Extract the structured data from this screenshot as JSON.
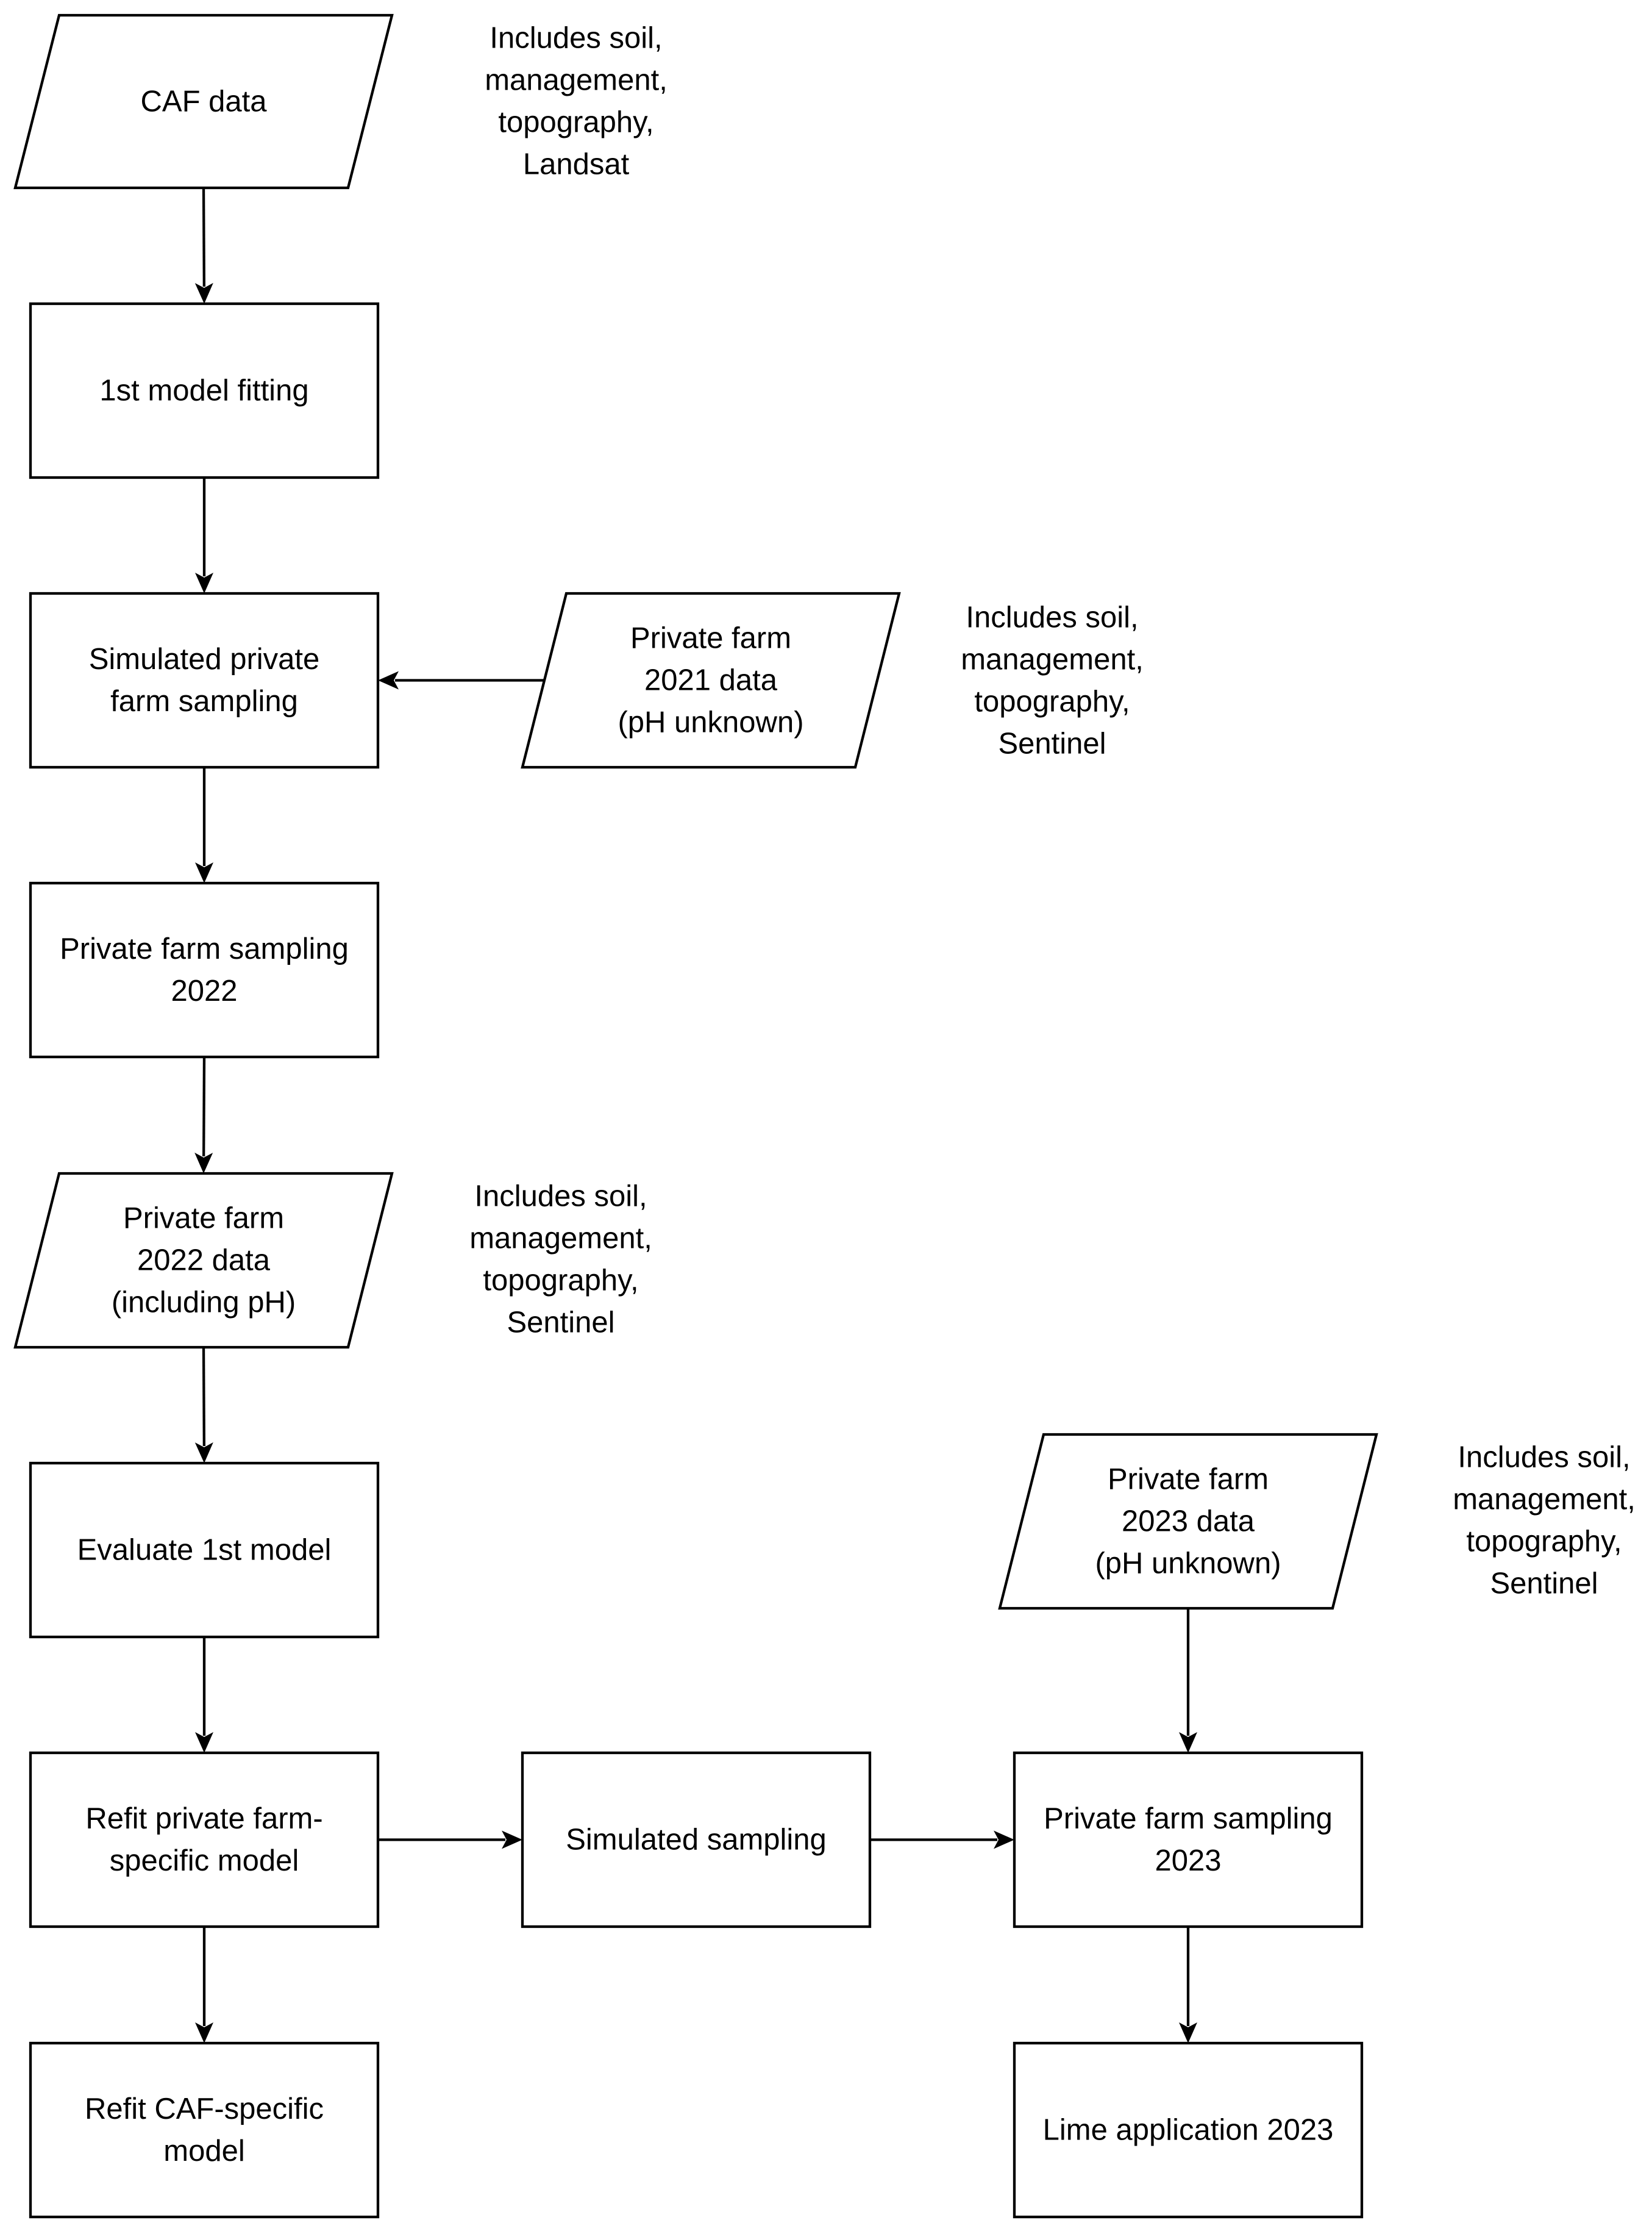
{
  "nodes": {
    "caf_data": {
      "lines": [
        "CAF data"
      ]
    },
    "first_model_fitting": {
      "lines": [
        "1st model fitting"
      ]
    },
    "simulated_private_farm_sampling": {
      "lines": [
        "Simulated private",
        "farm sampling"
      ]
    },
    "private_farm_2021_data": {
      "lines": [
        "Private farm",
        "2021 data",
        "(pH unknown)"
      ]
    },
    "private_farm_sampling_2022": {
      "lines": [
        "Private farm sampling",
        "2022"
      ]
    },
    "private_farm_2022_data": {
      "lines": [
        "Private farm",
        "2022 data",
        "(including pH)"
      ]
    },
    "evaluate_first_model": {
      "lines": [
        "Evaluate 1st model"
      ]
    },
    "refit_private_farm_model": {
      "lines": [
        "Refit private farm-",
        "specific model"
      ]
    },
    "simulated_sampling": {
      "lines": [
        "Simulated sampling"
      ]
    },
    "private_farm_sampling_2023": {
      "lines": [
        "Private farm sampling",
        "2023"
      ]
    },
    "private_farm_2023_data": {
      "lines": [
        "Private farm",
        "2023 data",
        "(pH unknown)"
      ]
    },
    "refit_caf_model": {
      "lines": [
        "Refit CAF-specific",
        "model"
      ]
    },
    "lime_application_2023": {
      "lines": [
        "Lime application 2023"
      ]
    }
  },
  "notes": {
    "caf_data_note": {
      "lines": [
        "Includes soil,",
        "management,",
        "topography,",
        "Landsat"
      ]
    },
    "private_2021_note": {
      "lines": [
        "Includes soil,",
        "management,",
        "topography,",
        "Sentinel"
      ]
    },
    "private_2022_note": {
      "lines": [
        "Includes soil,",
        "management,",
        "topography,",
        "Sentinel"
      ]
    },
    "private_2023_note": {
      "lines": [
        "Includes soil,",
        "management,",
        "topography,",
        "Sentinel"
      ]
    }
  },
  "edges": [
    {
      "from": "caf_data",
      "to": "first_model_fitting"
    },
    {
      "from": "first_model_fitting",
      "to": "simulated_private_farm_sampling"
    },
    {
      "from": "private_farm_2021_data",
      "to": "simulated_private_farm_sampling"
    },
    {
      "from": "simulated_private_farm_sampling",
      "to": "private_farm_sampling_2022"
    },
    {
      "from": "private_farm_sampling_2022",
      "to": "private_farm_2022_data"
    },
    {
      "from": "private_farm_2022_data",
      "to": "evaluate_first_model"
    },
    {
      "from": "evaluate_first_model",
      "to": "refit_private_farm_model"
    },
    {
      "from": "refit_private_farm_model",
      "to": "simulated_sampling"
    },
    {
      "from": "simulated_sampling",
      "to": "private_farm_sampling_2023"
    },
    {
      "from": "private_farm_2023_data",
      "to": "private_farm_sampling_2023"
    },
    {
      "from": "refit_private_farm_model",
      "to": "refit_caf_model"
    },
    {
      "from": "private_farm_sampling_2023",
      "to": "lime_application_2023"
    }
  ]
}
